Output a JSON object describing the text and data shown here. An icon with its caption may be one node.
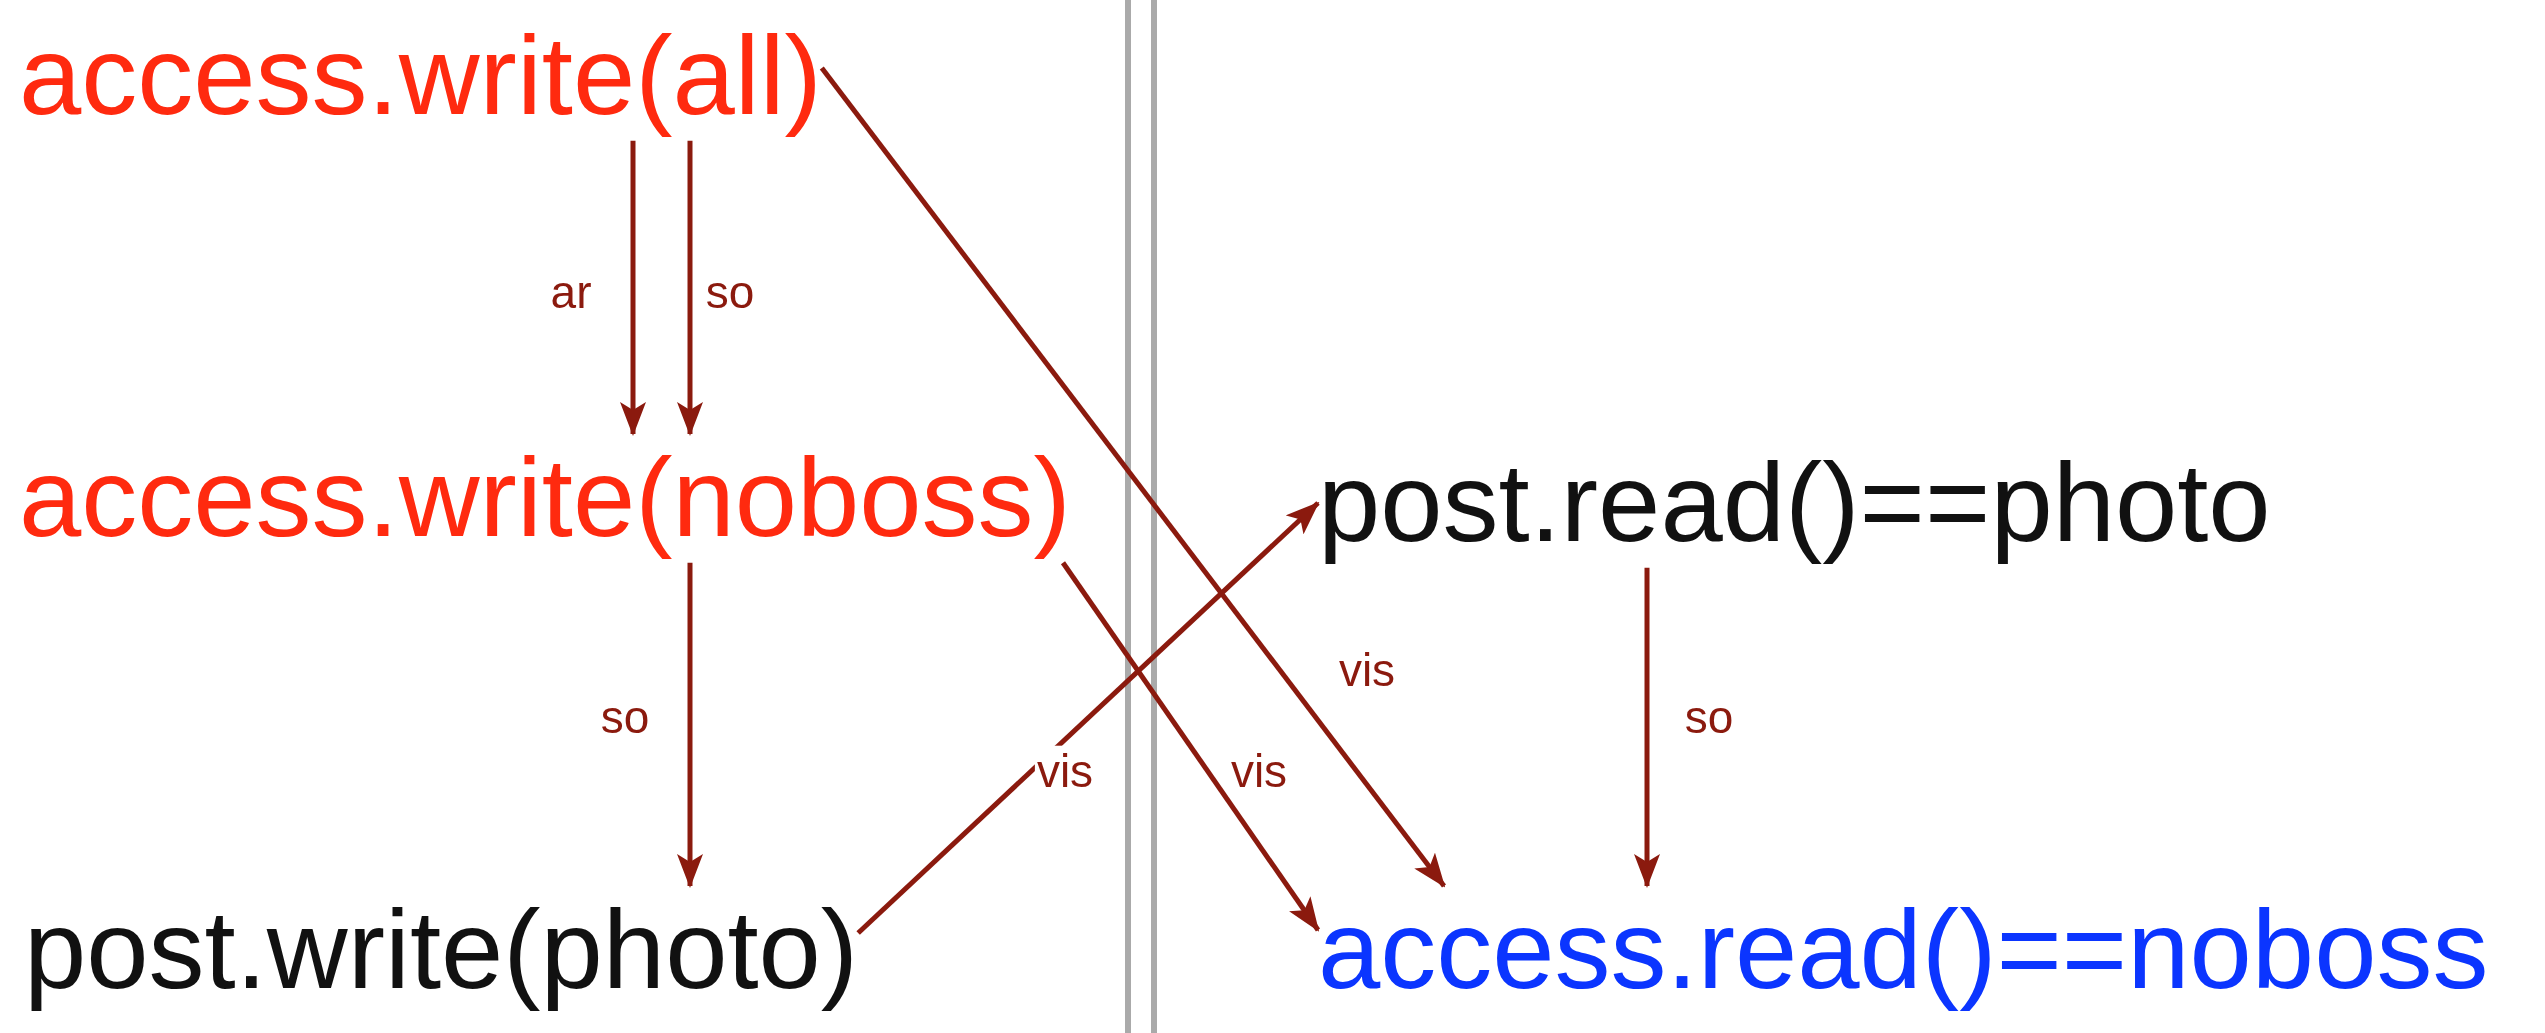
{
  "diagram": {
    "nodes": [
      {
        "text": [
          "access.write(all)"
        ]
      },
      {
        "text": [
          "access.write(noboss)"
        ]
      },
      {
        "text": [
          "post.write(photo)"
        ]
      },
      {
        "text": [
          "post.read()==photo"
        ]
      },
      {
        "text": [
          "access.read()==noboss"
        ]
      }
    ],
    "edges": [
      {
        "from": 0,
        "to": 1,
        "arrow": "to",
        "label": "ar"
      },
      {
        "from": 0,
        "to": 1,
        "arrow": "to",
        "label": "so"
      },
      {
        "from": 1,
        "to": 2,
        "arrow": "to",
        "label": "so"
      },
      {
        "from": 0,
        "to": 4,
        "arrow": "to",
        "label": "vis"
      },
      {
        "from": 1,
        "to": 4,
        "arrow": "to",
        "label": "vis"
      },
      {
        "from": 2,
        "to": 3,
        "arrow": "to",
        "label": "vis"
      },
      {
        "from": 3,
        "to": 4,
        "arrow": "to",
        "label": "so"
      }
    ]
  }
}
